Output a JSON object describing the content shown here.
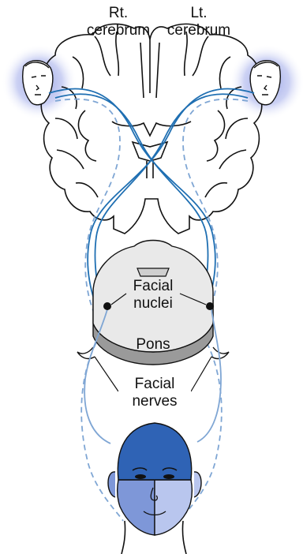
{
  "labels": {
    "rt_cerebrum": [
      "Rt.",
      "cerebrum"
    ],
    "lt_cerebrum": [
      "Lt.",
      "cerebrum"
    ],
    "facial_nuclei": [
      "Facial",
      "nuclei"
    ],
    "pons": "Pons",
    "facial_nerves": [
      "Facial",
      "nerves"
    ]
  },
  "colors": {
    "pathway_solid": "#1f6fb2",
    "pathway_dashed": "#7fa6d4",
    "head_dark": "#2f63b5",
    "face_mid": "#7e97d8",
    "face_light": "#b9c6ee",
    "glow": "#9aa5e6",
    "outline": "#111111",
    "pons_fill": "#e9e9e9",
    "pons_shadow": "#9a9a9a"
  }
}
